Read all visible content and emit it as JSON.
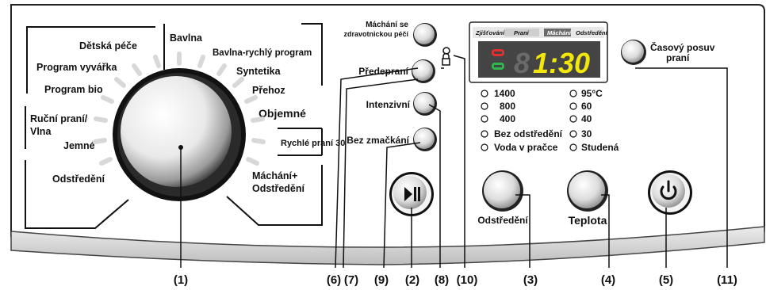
{
  "programs": {
    "detska_pece": "Dětská péče",
    "bavlna": "Bavlna",
    "bavlna_rychly": "Bavlna-rychlý program",
    "program_vyvarka": "Program vyvářka",
    "syntetika": "Syntetika",
    "program_bio": "Program bio",
    "prehoz": "Přehoz",
    "rucni_prani_1": "Ruční praní/",
    "rucni_prani_2": "Vlna",
    "objemne": "Objemné",
    "jemne": "Jemné",
    "rychle_prani_30": "Rychlé praní 30",
    "odstredeni": "Odstředění",
    "machani_odstredeni_1": "Máchání+",
    "machani_odstredeni_2": "Odstředění"
  },
  "buttons": {
    "machani_zdrav_1": "Máchání se",
    "machani_zdrav_2": "zdravotnickou péčí",
    "predeprani": "Předepraní",
    "intenzivni": "Intenzivní",
    "bez_zmackani": "Bez zmačkání",
    "odstredeni": "Odstředění",
    "teplota": "Teplota",
    "casovy_posuv_1": "Časový posuv",
    "casovy_posuv_2": "praní"
  },
  "display": {
    "tabs": [
      "Zjišťování",
      "Praní",
      "Máchání",
      "Odstředění"
    ],
    "time": "1:30"
  },
  "spin_options": [
    "1400",
    "800",
    "400",
    "Bez odstředění",
    "Voda v pračce"
  ],
  "temp_options": [
    "95°C",
    "60",
    "40",
    "30",
    "Studená"
  ],
  "callouts": [
    "(1)",
    "(6)",
    "(7)",
    "(9)",
    "(2)",
    "(8)",
    "(10)",
    "(3)",
    "(4)",
    "(5)",
    "(11)"
  ],
  "colors": {
    "panel": "#ffffff",
    "panel_bottom": "#d9d9d9",
    "display_bg": "#444444",
    "display_digits": "#f2e60a",
    "knob_ring": "#111111"
  }
}
